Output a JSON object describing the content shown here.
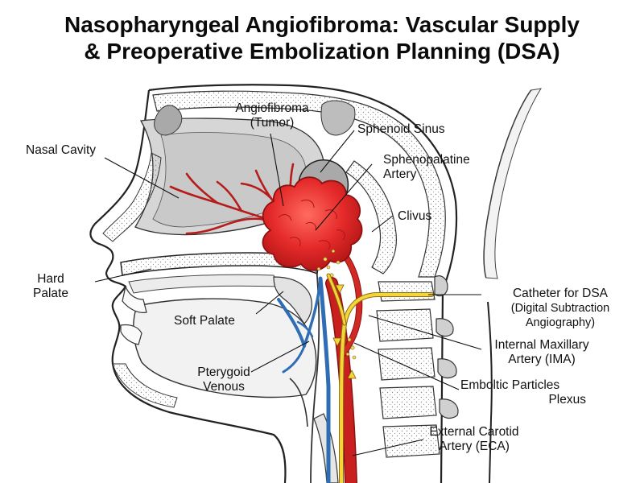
{
  "title": {
    "line1": "Nasopharyngeal Angiofibroma: Vascular Supply",
    "line2": "& Preoperative Embolization Planning (DSA)"
  },
  "labels": {
    "angiofibroma": {
      "line1": "Angiofibroma",
      "line2": "(Tumor)"
    },
    "sphenoid_sinus": "Sphenoid Sinus",
    "nasal_cavity": "Nasal Cavity",
    "sphenopalatine_artery": {
      "line1": "Sphenopalatine",
      "line2": "Artery"
    },
    "clivus": "Clivus",
    "hard_palate": {
      "line1": "Hard",
      "line2": "Palate"
    },
    "catheter": {
      "line1": "Catheter for DSA",
      "line2": "(Digital Subtraction",
      "line3": "Angiography)"
    },
    "soft_palate": "Soft Palate",
    "internal_maxillary_artery": {
      "line1": "Internal Maxillary",
      "line2": "Artery (IMA)"
    },
    "pterygoid_venous": {
      "line1": "Pterygoid",
      "line2": "Venous"
    },
    "emboltic_particles": {
      "line1": "Emboltic Particles",
      "line2": "Plexus"
    },
    "external_carotid_artery": {
      "line1": "External Carotid",
      "line2": "Artery (ECA)"
    }
  },
  "colors": {
    "tumor": "#e52a2a",
    "artery": "#c8201e",
    "vein": "#2f6db4",
    "catheter": "#f5d53a",
    "bone": "#d2d2d2",
    "tissue": "#ececec"
  }
}
